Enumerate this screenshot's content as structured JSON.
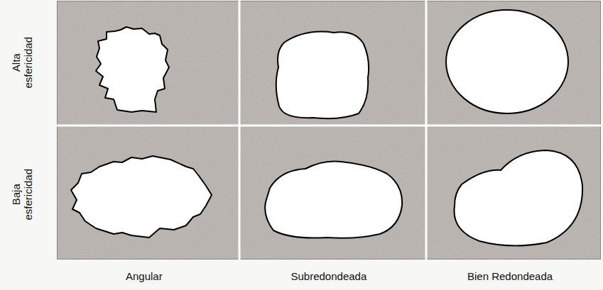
{
  "diagram": {
    "labels": [
      "Alta esfericidad",
      "Baja esfericidad",
      "Angular",
      "Subredondeada",
      "Bien Redondeada"
    ]
  }
}
